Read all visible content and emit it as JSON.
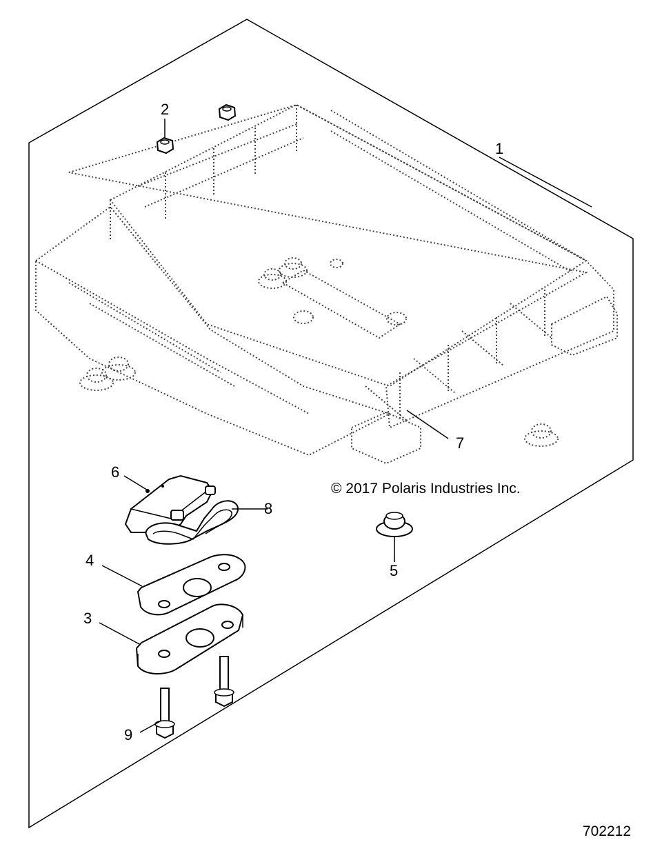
{
  "callouts": {
    "c1": "1",
    "c2": "2",
    "c3": "3",
    "c4": "4",
    "c5": "5",
    "c6": "6",
    "c7": "7",
    "c8": "8",
    "c9": "9"
  },
  "copyright": "© 2017 Polaris Industries Inc.",
  "reference_number": "702212"
}
